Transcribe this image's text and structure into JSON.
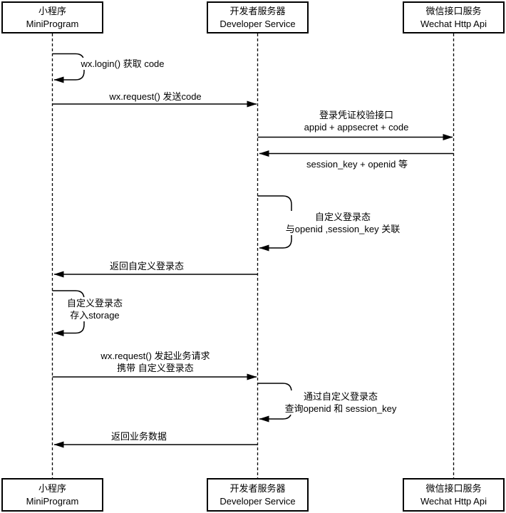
{
  "diagram_title": "WeChat Mini Program login sequence",
  "colors": {
    "stroke": "#000000",
    "background": "#ffffff",
    "text": "#000000"
  },
  "actors": {
    "miniprogram": {
      "zh": "小程序",
      "en": "MiniProgram"
    },
    "developer": {
      "zh": "开发者服务器",
      "en": "Developer Service"
    },
    "wechat": {
      "zh": "微信接口服务",
      "en": "Wechat Http Api"
    }
  },
  "messages": {
    "m1": {
      "type": "self",
      "from": "miniprogram",
      "to": "miniprogram",
      "lines": [
        "wx.login() 获取 code"
      ]
    },
    "m2": {
      "type": "arrow",
      "from": "miniprogram",
      "to": "developer",
      "lines": [
        "wx.request() 发送code"
      ]
    },
    "m3": {
      "type": "arrow",
      "from": "developer",
      "to": "wechat",
      "lines": [
        "登录凭证校验接口",
        "appid + appsecret + code"
      ]
    },
    "m4": {
      "type": "arrow",
      "from": "wechat",
      "to": "developer",
      "lines": [
        "session_key + openid 等"
      ]
    },
    "m5": {
      "type": "self",
      "from": "developer",
      "to": "developer",
      "lines": [
        "自定义登录态",
        "与openid ,session_key 关联"
      ]
    },
    "m6": {
      "type": "arrow",
      "from": "developer",
      "to": "miniprogram",
      "lines": [
        "返回自定义登录态"
      ]
    },
    "m7": {
      "type": "self",
      "from": "miniprogram",
      "to": "miniprogram",
      "lines": [
        "自定义登录态",
        "存入storage"
      ]
    },
    "m8": {
      "type": "arrow",
      "from": "miniprogram",
      "to": "developer",
      "lines": [
        "wx.request() 发起业务请求",
        "携带 自定义登录态"
      ]
    },
    "m9": {
      "type": "self",
      "from": "developer",
      "to": "developer",
      "lines": [
        "通过自定义登录态",
        "查询openid 和 session_key"
      ]
    },
    "m10": {
      "type": "arrow",
      "from": "developer",
      "to": "miniprogram",
      "lines": [
        "返回业务数据"
      ]
    }
  }
}
